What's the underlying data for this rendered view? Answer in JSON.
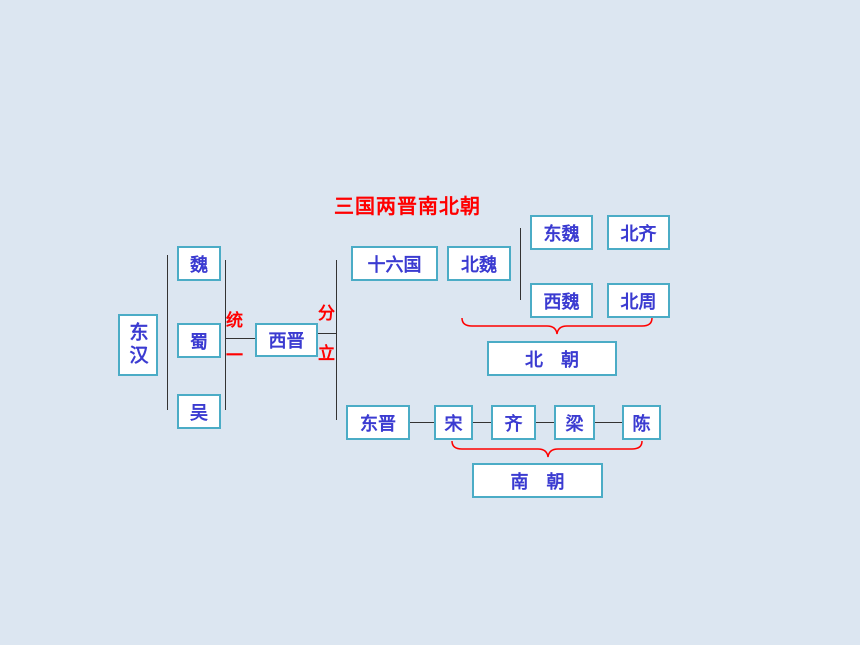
{
  "title": "三国两晋南北朝",
  "nodes": {
    "donghan": "东汉",
    "wei": "魏",
    "shu": "蜀",
    "wu": "吴",
    "xijin": "西晋",
    "shiliuguo": "十六国",
    "beiwei": "北魏",
    "dongwei": "东魏",
    "beiqi": "北齐",
    "xiwei": "西魏",
    "beizhou": "北周",
    "beichao": "北　朝",
    "dongjin": "东晋",
    "song": "宋",
    "qi": "齐",
    "liang": "梁",
    "chen": "陈",
    "nanchao": "南　朝"
  },
  "labels": {
    "tongyi": [
      "统",
      "一"
    ],
    "fenli": [
      "分",
      "立"
    ]
  },
  "colors": {
    "background": "#dce6f1",
    "box_border": "#4bacc6",
    "box_text": "#3b3bd1",
    "accent_red": "#ff0000"
  }
}
